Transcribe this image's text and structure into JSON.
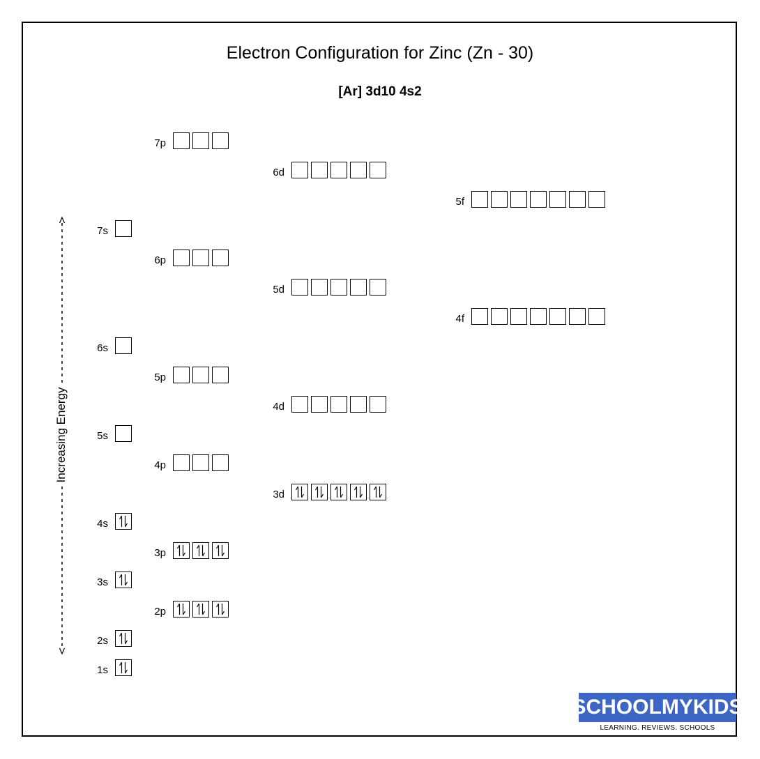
{
  "title": "Electron Configuration for Zinc (Zn - 30)",
  "configuration": "[Ar] 3d10 4s2",
  "axis_label": "Increasing Energy",
  "logo": {
    "name": "SCHOOLMYKIDS",
    "tagline": "LEARNING. REVIEWS. SCHOOLS",
    "color": "#3d65c4"
  },
  "orbitals": [
    {
      "label": "7p",
      "slots": [
        "",
        "",
        ""
      ]
    },
    {
      "label": "6d",
      "slots": [
        "",
        "",
        "",
        "",
        ""
      ]
    },
    {
      "label": "5f",
      "slots": [
        "",
        "",
        "",
        "",
        "",
        "",
        ""
      ]
    },
    {
      "label": "7s",
      "slots": [
        ""
      ]
    },
    {
      "label": "6p",
      "slots": [
        "",
        "",
        ""
      ]
    },
    {
      "label": "5d",
      "slots": [
        "",
        "",
        "",
        "",
        ""
      ]
    },
    {
      "label": "4f",
      "slots": [
        "",
        "",
        "",
        "",
        "",
        "",
        ""
      ]
    },
    {
      "label": "6s",
      "slots": [
        ""
      ]
    },
    {
      "label": "5p",
      "slots": [
        "",
        "",
        ""
      ]
    },
    {
      "label": "4d",
      "slots": [
        "",
        "",
        "",
        "",
        ""
      ]
    },
    {
      "label": "5s",
      "slots": [
        ""
      ]
    },
    {
      "label": "4p",
      "slots": [
        "",
        "",
        ""
      ]
    },
    {
      "label": "3d",
      "slots": [
        "updown",
        "updown",
        "updown",
        "updown",
        "updown"
      ]
    },
    {
      "label": "4s",
      "slots": [
        "updown"
      ]
    },
    {
      "label": "3p",
      "slots": [
        "updown",
        "updown",
        "updown"
      ]
    },
    {
      "label": "3s",
      "slots": [
        "updown"
      ]
    },
    {
      "label": "2p",
      "slots": [
        "updown",
        "updown",
        "updown"
      ]
    },
    {
      "label": "2s",
      "slots": [
        "updown"
      ]
    },
    {
      "label": "1s",
      "slots": [
        "updown"
      ]
    }
  ]
}
